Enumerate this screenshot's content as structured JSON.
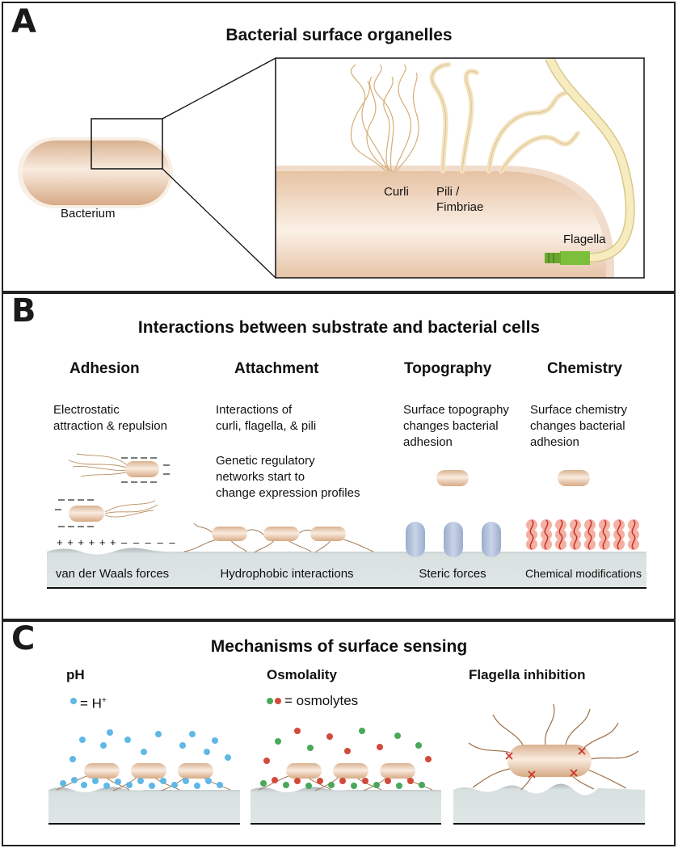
{
  "panel_a": {
    "letter": "A",
    "title": "Bacterial surface organelles",
    "bacterium_label": "Bacterium",
    "curli_label": "Curli",
    "pili_label_1": "Pili /",
    "pili_label_2": "Fimbriae",
    "flagella_label": "Flagella"
  },
  "panel_b": {
    "letter": "B",
    "title": "Interactions between substrate and bacterial cells",
    "columns": [
      {
        "heading": "Adhesion",
        "text1": "Electrostatic",
        "text2": "attraction & repulsion",
        "footer": "van der Waals forces"
      },
      {
        "heading": "Attachment",
        "text1": "Interactions of",
        "text2": "curli, flagella, & pili",
        "text3": "Genetic regulatory",
        "text4": "networks start to",
        "text5": "change expression profiles",
        "footer": "Hydrophobic interactions"
      },
      {
        "heading": "Topography",
        "text1": "Surface topography",
        "text2": "changes bacterial",
        "text3": "adhesion",
        "footer": "Steric forces"
      },
      {
        "heading": "Chemistry",
        "text1": "Surface chemistry",
        "text2": "changes bacterial",
        "text3": "adhesion",
        "footer": "Chemical modifications"
      }
    ],
    "charges_plus": "+ + + + + +",
    "charges_minus": "– – – – –"
  },
  "panel_c": {
    "letter": "C",
    "title": "Mechanisms of surface sensing",
    "ph_heading": "pH",
    "ph_legend_eq": "= H",
    "ph_legend_sup": "+",
    "osm_heading": "Osmolality",
    "osm_legend": "= osmolytes",
    "flag_heading": "Flagella inhibition"
  },
  "colors": {
    "bacterium": "#edc9a8",
    "flagella": "#f3e3a6",
    "curli": "#d9b27c",
    "substrate": "#d2dcdc",
    "pillar": "#b3c2dc",
    "polymer": "#f2a99b",
    "proton": "#5fb8e6",
    "osmolyte_red": "#d24a3a",
    "osmolyte_green": "#49a85a"
  }
}
